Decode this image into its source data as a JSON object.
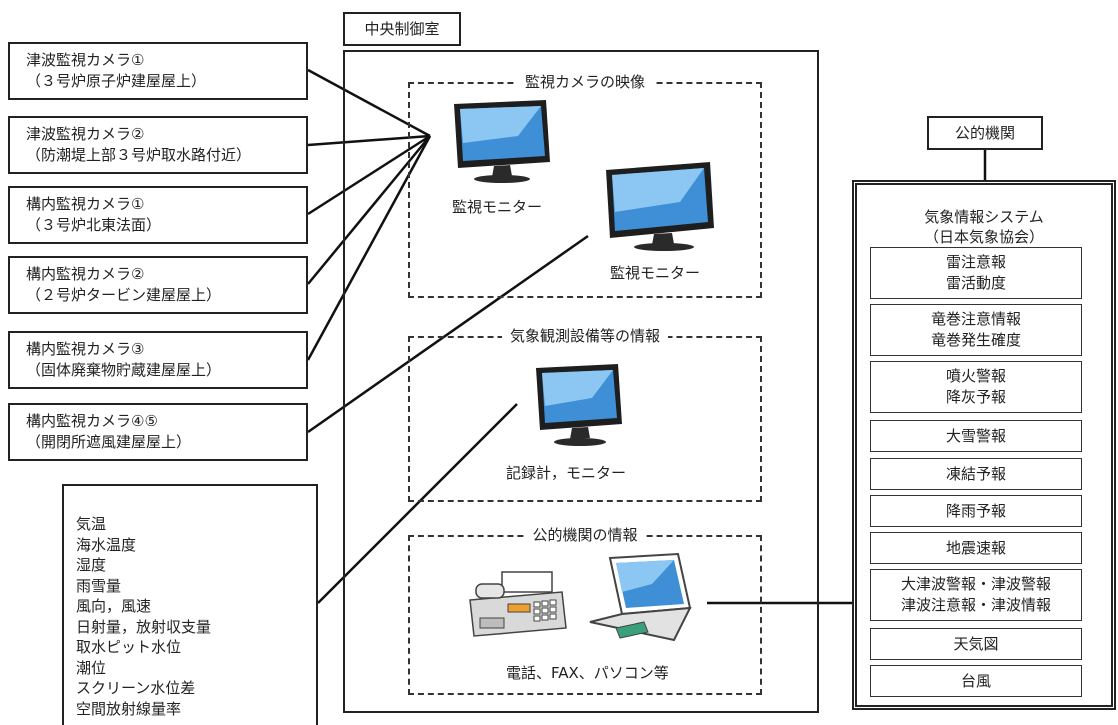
{
  "control_room": {
    "title": "中央制御室"
  },
  "cameras": [
    {
      "name": "津波監視カメラ①",
      "location": "（３号炉原子炉建屋屋上）"
    },
    {
      "name": "津波監視カメラ②",
      "location": "（防潮堤上部３号炉取水路付近）"
    },
    {
      "name": "構内監視カメラ①",
      "location": "（３号炉北東法面）"
    },
    {
      "name": "構内監視カメラ②",
      "location": "（２号炉タービン建屋屋上）"
    },
    {
      "name": "構内監視カメラ③",
      "location": "（固体廃棄物貯蔵建屋屋上）"
    },
    {
      "name": "構内監視カメラ④⑤",
      "location": "（開閉所遮風建屋屋上）"
    }
  ],
  "sections": {
    "camera_video": {
      "title": "監視カメラの映像",
      "monitor1_label": "監視モニター",
      "monitor2_label": "監視モニター"
    },
    "weather_equipment": {
      "title": "気象観測設備等の情報",
      "device_label": "記録計，モニター"
    },
    "public_agency_info": {
      "title": "公的機関の情報",
      "device_label": "電話、FAX、パソコン等"
    }
  },
  "observation_items": [
    "気温",
    "海水温度",
    "湿度",
    "雨雪量",
    "風向，風速",
    "日射量，放射収支量",
    "取水ピット水位",
    "潮位",
    "スクリーン水位差",
    "空間放射線量率"
  ],
  "public_agency": {
    "title": "公的機関",
    "system_title": "気象情報システム",
    "system_subtitle": "（日本気象協会）",
    "info_items": [
      {
        "line1": "雷注意報",
        "line2": "雷活動度"
      },
      {
        "line1": "竜巻注意情報",
        "line2": "竜巻発生確度"
      },
      {
        "line1": "噴火警報",
        "line2": "降灰予報"
      },
      {
        "line1": "大雪警報",
        "line2": ""
      },
      {
        "line1": "凍結予報",
        "line2": ""
      },
      {
        "line1": "降雨予報",
        "line2": ""
      },
      {
        "line1": "地震速報",
        "line2": ""
      },
      {
        "line1": "大津波警報・津波警報",
        "line2": "津波注意報・津波情報"
      },
      {
        "line1": "天気図",
        "line2": ""
      },
      {
        "line1": "台風",
        "line2": ""
      }
    ]
  },
  "colors": {
    "screen": "#3f8fd6",
    "screen_light": "#b9dcf7",
    "frame": "#222222",
    "device_gray": "#d9d9d9",
    "fax_orange": "#f0a030"
  }
}
